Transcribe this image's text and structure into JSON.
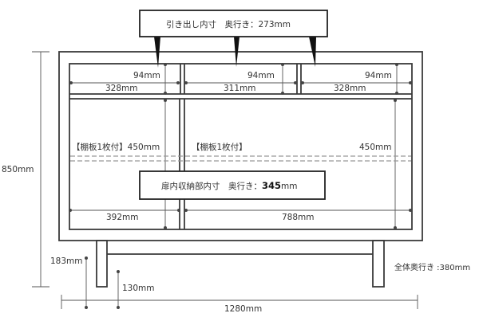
{
  "drawer_label": {
    "text": "引き出し内寸　奥行き：273mm"
  },
  "door_label": {
    "prefix": "扉内収納部内寸　奥行き：",
    "value": "345",
    "unit": "mm"
  },
  "drawers": [
    {
      "height": "94mm",
      "width": "328mm"
    },
    {
      "height": "94mm",
      "width": "311mm"
    },
    {
      "height": "94mm",
      "width": "328mm"
    }
  ],
  "lower": {
    "left_shelf": "【棚板1枚付】450mm",
    "right_shelf": "【棚板1枚付】",
    "right_height": "450mm",
    "left_width": "392mm",
    "right_width": "788mm"
  },
  "overall": {
    "height": "850mm",
    "width": "1280mm",
    "leg_height": "183mm",
    "stretcher_height": "130mm",
    "depth": "全体奥行き :380mm"
  }
}
